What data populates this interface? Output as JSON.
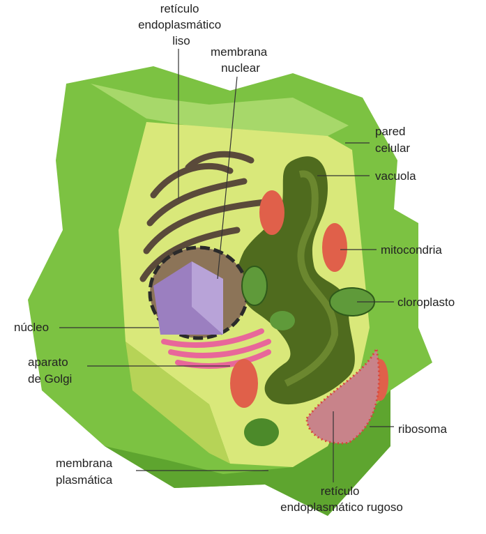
{
  "labels": {
    "rel": [
      "retículo",
      "endoplasmático",
      "liso"
    ],
    "membrana_nuclear": [
      "membrana",
      "nuclear"
    ],
    "pared_celular": [
      "pared",
      "celular"
    ],
    "vacuola": "vacuola",
    "mitocondria": "mitocondria",
    "cloroplasto": "cloroplasto",
    "nucleo": "núcleo",
    "golgi": [
      "aparato",
      "de Golgi"
    ],
    "ribosoma": "ribosoma",
    "membrana_plasmatica": [
      "membrana",
      "plasmática"
    ],
    "rer": [
      "retículo",
      "endoplasmático rugoso"
    ]
  },
  "colors": {
    "cell_wall": "#7cc242",
    "cytoplasm": "#d9e87a",
    "vacuole": "#4f6b1e",
    "nucleus": "#9b7fc0",
    "golgi": "#e8679a",
    "mitochondria": "#e0604a",
    "chloroplast": "#5f9a3a",
    "er": "#5a4a3a"
  }
}
